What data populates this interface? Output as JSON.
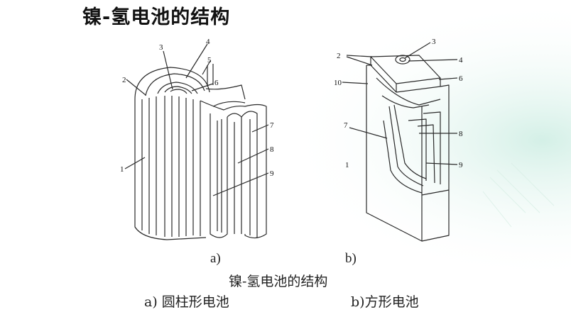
{
  "title": "镍-氢电池的结构",
  "figure": {
    "left": {
      "sublabel": "a)",
      "labels": [
        "1",
        "2",
        "3",
        "4",
        "5",
        "6",
        "7",
        "8",
        "9"
      ]
    },
    "right": {
      "sublabel": "b)",
      "labels": [
        "2",
        "3",
        "4",
        "10",
        "6",
        "7",
        "8",
        "1",
        "9"
      ]
    }
  },
  "captions": {
    "main": "镍-氢电池的结构",
    "left": "a) 圆柱形电池",
    "right": "b)方形电池"
  },
  "colors": {
    "line": "#2a2a2a",
    "accent_bg": "#dff2ec"
  }
}
